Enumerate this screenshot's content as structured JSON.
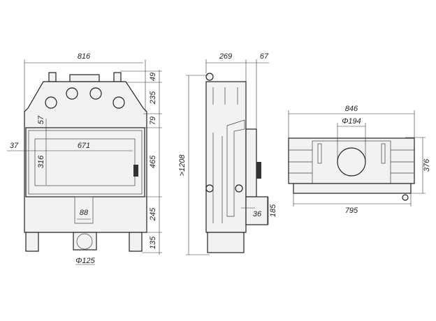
{
  "front_view": {
    "width_total": "816",
    "top_flange": "49",
    "top_section": "235",
    "above_door": "79",
    "door_height": "465",
    "below_door": "245",
    "legs": "135",
    "glass_top_offset": "57",
    "side_offset": "37",
    "glass_width": "671",
    "glass_height": "316",
    "ash_box_width": "88",
    "air_inlet_diameter": "Φ125"
  },
  "side_view": {
    "depth": "269",
    "door_depth": "67",
    "height_total": ">1208",
    "air_box_height": "185",
    "air_box_depth": "36"
  },
  "top_view": {
    "width_total": "846",
    "flue_diameter": "Φ194",
    "depth": "376",
    "base_width": "795"
  }
}
